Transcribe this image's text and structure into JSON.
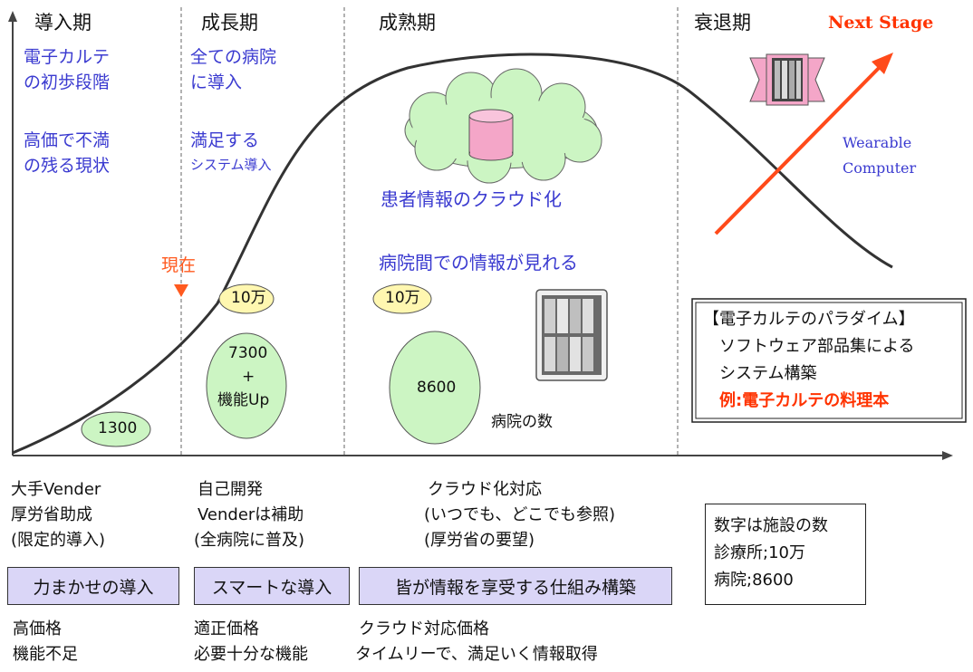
{
  "phases": {
    "intro": "導入期",
    "growth": "成長期",
    "mature": "成熟期",
    "decline": "衰退期"
  },
  "intro_text": {
    "line1": "電子カルテ",
    "line2": "の初歩段階",
    "line3": "高価で不満",
    "line4": "の残る現状"
  },
  "growth_text": {
    "line1": "全ての病院",
    "line2": "に導入",
    "line3": "満足する",
    "line4": "システム導入"
  },
  "mature_text": {
    "cloud": "患者情報のクラウド化",
    "share": "病院間での情報が見れる"
  },
  "next_stage": "Next Stage",
  "wearable": {
    "line1": "Wearable",
    "line2": "Computer"
  },
  "current_label": "現在",
  "bubbles": {
    "intro": "1300",
    "growth_small": "10万",
    "growth_big1": "7300",
    "growth_big2": "+",
    "growth_big3": "機能Up",
    "mature_small": "10万",
    "mature_big": "8600",
    "hospital_count": "病院の数"
  },
  "paradigm": {
    "title": "【電子カルテのパラダイム】",
    "line1": "ソフトウェア部品集による",
    "line2": "システム構築",
    "example": "例:電子カルテの料理本"
  },
  "bottom": {
    "intro": {
      "l1": "大手Vender",
      "l2": "厚労省助成",
      "l3": "(限定的導入)"
    },
    "growth": {
      "l1": "自己開発",
      "l2": "Venderは補助",
      "l3": "(全病院に普及)"
    },
    "mature": {
      "l1": "クラウド化対応",
      "l2": "(いつでも、どこでも参照)",
      "l3": "(厚労省の要望)"
    }
  },
  "labels": {
    "intro": "力まかせの導入",
    "growth": "スマートな導入",
    "mature": "皆が情報を享受する仕組み構築"
  },
  "price": {
    "intro": {
      "l1": "高価格",
      "l2": "機能不足"
    },
    "growth": {
      "l1": "適正価格",
      "l2": "必要十分な機能"
    },
    "mature": {
      "l1": "クラウド対応価格",
      "l2": "タイムリーで、満足いく情報取得"
    }
  },
  "facility_note": {
    "l1": "数字は施設の数",
    "l2": "診療所;10万",
    "l3": "病院;8600"
  },
  "colors": {
    "text_blue": "#3a3ad0",
    "accent_red": "#ff3300",
    "bubble_green": "#ccf5c3",
    "bubble_yellow": "#fff7b0",
    "label_purple": "#dad6f7",
    "pink": "#f4a6c8"
  }
}
